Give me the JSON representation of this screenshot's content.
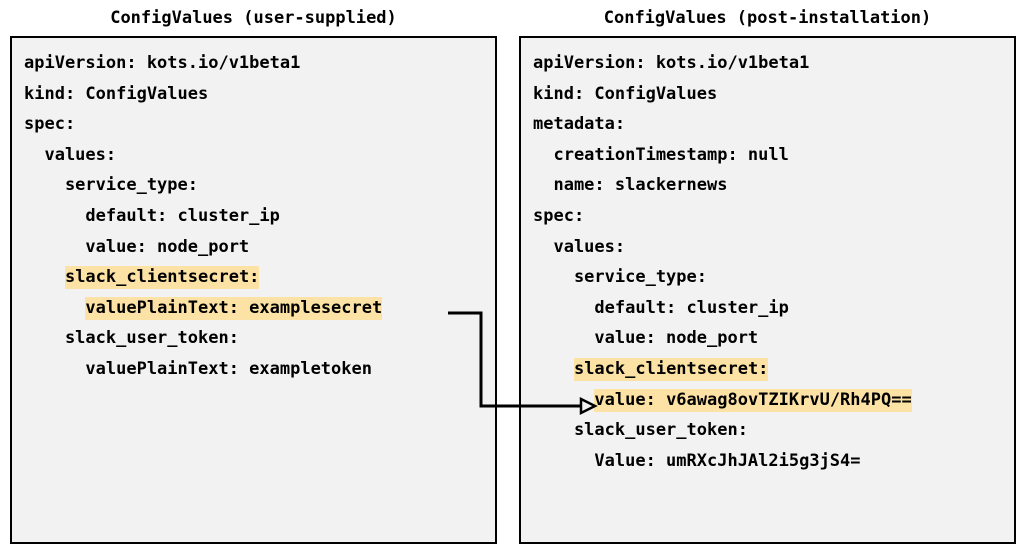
{
  "diagram": {
    "type": "two-panel-yaml-comparison",
    "background_color": "#ffffff",
    "panel_fill": "#f2f2f2",
    "panel_border_color": "#000000",
    "highlight_color": "#fce2a4",
    "text_color": "#000000"
  },
  "left_panel": {
    "title": "ConfigValues (user-supplied)",
    "lines": [
      [
        {
          "text": "apiVersion: kots.io/v1beta1",
          "highlight": false
        }
      ],
      [
        {
          "text": "kind: ConfigValues",
          "highlight": false
        }
      ],
      [
        {
          "text": "spec:",
          "highlight": false
        }
      ],
      [
        {
          "text": "  values:",
          "highlight": false
        }
      ],
      [
        {
          "text": "    service_type:",
          "highlight": false
        }
      ],
      [
        {
          "text": "      default: cluster_ip",
          "highlight": false
        }
      ],
      [
        {
          "text": "      value: node_port",
          "highlight": false
        }
      ],
      [
        {
          "text": "    ",
          "highlight": false
        },
        {
          "text": "slack_clientsecret:",
          "highlight": true
        }
      ],
      [
        {
          "text": "      ",
          "highlight": false
        },
        {
          "text": "valuePlainText: examplesecret",
          "highlight": true
        }
      ],
      [
        {
          "text": "    slack_user_token:",
          "highlight": false
        }
      ],
      [
        {
          "text": "      valuePlainText: exampletoken",
          "highlight": false
        }
      ]
    ]
  },
  "right_panel": {
    "title": "ConfigValues (post-installation)",
    "lines": [
      [
        {
          "text": "apiVersion: kots.io/v1beta1",
          "highlight": false
        }
      ],
      [
        {
          "text": "kind: ConfigValues",
          "highlight": false
        }
      ],
      [
        {
          "text": "metadata:",
          "highlight": false
        }
      ],
      [
        {
          "text": "  creationTimestamp: null",
          "highlight": false
        }
      ],
      [
        {
          "text": "  name: slackernews",
          "highlight": false
        }
      ],
      [
        {
          "text": "spec:",
          "highlight": false
        }
      ],
      [
        {
          "text": "  values:",
          "highlight": false
        }
      ],
      [
        {
          "text": "    service_type:",
          "highlight": false
        }
      ],
      [
        {
          "text": "      default: cluster_ip",
          "highlight": false
        }
      ],
      [
        {
          "text": "      value: node_port",
          "highlight": false
        }
      ],
      [
        {
          "text": "    ",
          "highlight": false
        },
        {
          "text": "slack_clientsecret:",
          "highlight": true
        }
      ],
      [
        {
          "text": "      ",
          "highlight": false
        },
        {
          "text": "value: v6awag8ovTZIKrvU/Rh4PQ==",
          "highlight": true
        }
      ],
      [
        {
          "text": "    slack_user_token:",
          "highlight": false
        }
      ],
      [
        {
          "text": "      Value: umRXcJhJAl2i5g3jS4=",
          "highlight": false
        }
      ]
    ]
  },
  "connector": {
    "label": "",
    "from": "left_panel.slack_clientsecret.valuePlainText",
    "to": "right_panel.slack_clientsecret.value",
    "color": "#000000",
    "arrowhead": "open-triangle"
  }
}
